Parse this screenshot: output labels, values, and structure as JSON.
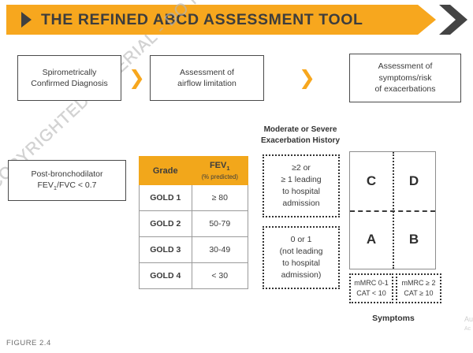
{
  "figure": {
    "caption": "FIGURE 2.4",
    "watermark": "COPYRIGHTED MATERIAL - DO NOT CO"
  },
  "header": {
    "title": "THE REFINED ABCD ASSESSMENT TOOL",
    "bullet_icon": "right-triangle-icon",
    "end_icon": "chevron-right-icon",
    "bar_color": "#F7A71E",
    "chevron_color": "#444444"
  },
  "flow": {
    "arrow_glyph": "❯",
    "steps": [
      {
        "line1": "Spirometrically",
        "line2": "Confirmed Diagnosis",
        "line3": ""
      },
      {
        "line1": "Assessment of",
        "line2": "airflow limitation",
        "line3": ""
      },
      {
        "line1": "Assessment of",
        "line2": "symptoms/risk",
        "line3": "of exacerbations"
      }
    ]
  },
  "spirometry": {
    "line1": "Post-bronchodilator",
    "line2_a": "FEV",
    "line2_sub": "1",
    "line2_b": "/FVC < 0.7"
  },
  "gold_table": {
    "headers": {
      "grade": "Grade",
      "fev": "FEV",
      "fev_sub": "1",
      "fev_note": "(% predicted)"
    },
    "header_bg": "#F2A71B",
    "rows": [
      {
        "grade": "GOLD 1",
        "fev": "≥ 80"
      },
      {
        "grade": "GOLD 2",
        "fev": "50-79"
      },
      {
        "grade": "GOLD 3",
        "fev": "30-49"
      },
      {
        "grade": "GOLD 4",
        "fev": "< 30"
      }
    ]
  },
  "exacerbations": {
    "title_line1": "Moderate or Severe",
    "title_line2": "Exacerbation History",
    "high": {
      "line1": "≥2 or",
      "line2": "≥ 1 leading",
      "line3": "to hospital",
      "line4": "admission"
    },
    "low": {
      "line1": "0 or 1",
      "line2": "(not leading",
      "line3": "to hospital",
      "line4": "admission)"
    }
  },
  "quadrant": {
    "cells": {
      "C": "C",
      "D": "D",
      "A": "A",
      "B": "B"
    },
    "symptoms_label": "Symptoms",
    "left_group": {
      "line1": "mMRC 0-1",
      "line2": "CAT < 10"
    },
    "right_group": {
      "line1": "mMRC ≥ 2",
      "line2": "CAT ≥ 10"
    }
  },
  "corner": {
    "line1": "Au",
    "line2": "Ac"
  }
}
